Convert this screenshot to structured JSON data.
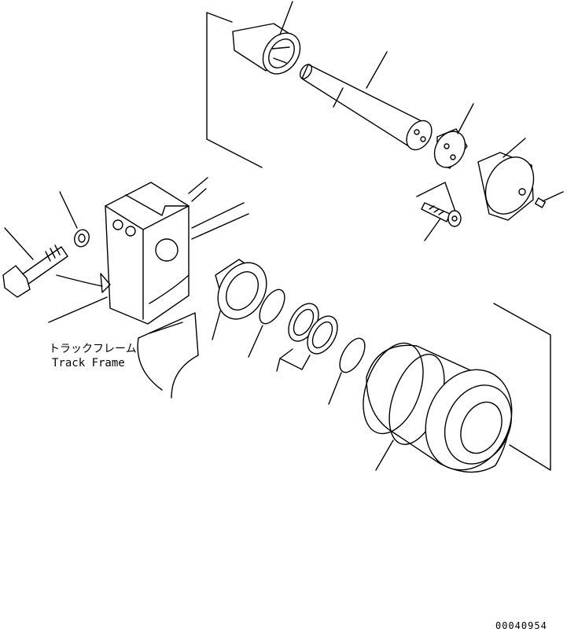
{
  "labels": {
    "frame_jp": "トラックフレーム",
    "frame_en": "Track Frame",
    "drawing_code": "00040954"
  }
}
